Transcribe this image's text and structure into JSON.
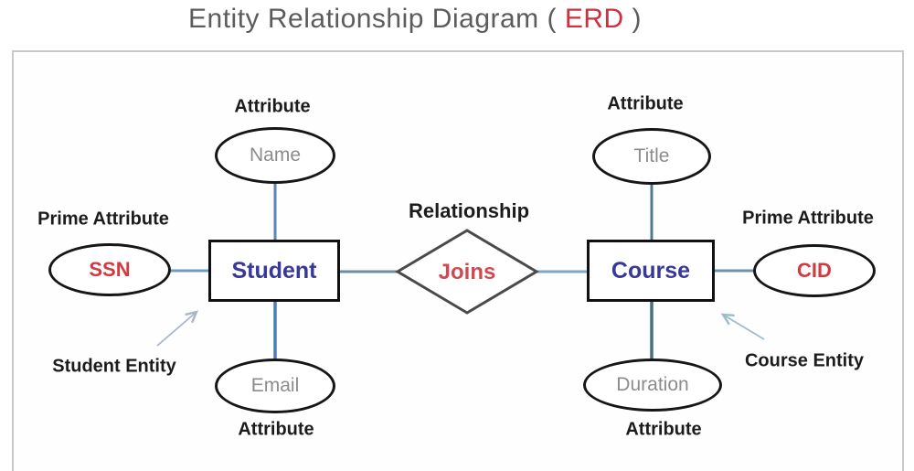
{
  "title": {
    "prefix": "Entity Relationship Diagram ( ",
    "highlight": "ERD",
    "suffix": " )"
  },
  "labels": {
    "attribute": "Attribute",
    "prime_attribute": "Prime Attribute",
    "relationship": "Relationship"
  },
  "student": {
    "name": "Student",
    "caption": "Student Entity",
    "attributes": {
      "top": "Name",
      "key": "SSN",
      "bottom": "Email"
    }
  },
  "course": {
    "name": "Course",
    "caption": "Course Entity",
    "attributes": {
      "top": "Title",
      "key": "CID",
      "bottom": "Duration"
    }
  },
  "relationship": {
    "name": "Joins"
  },
  "colors": {
    "title_text": "#5c5c5c",
    "title_highlight": "#d02f3d",
    "entity_text": "#38389b",
    "key_attribute_text": "#d33a40",
    "attribute_text": "#8c8c8c",
    "relationship_text": "#d04a52",
    "shape_outline": "#161616",
    "diamond_outline": "#4a4a4a",
    "connector_blue": "#5b84b8",
    "connector_slate": "#4f7a94",
    "frame_border": "#c9c9c9",
    "annotation_arrow": "#a9b6c9"
  }
}
